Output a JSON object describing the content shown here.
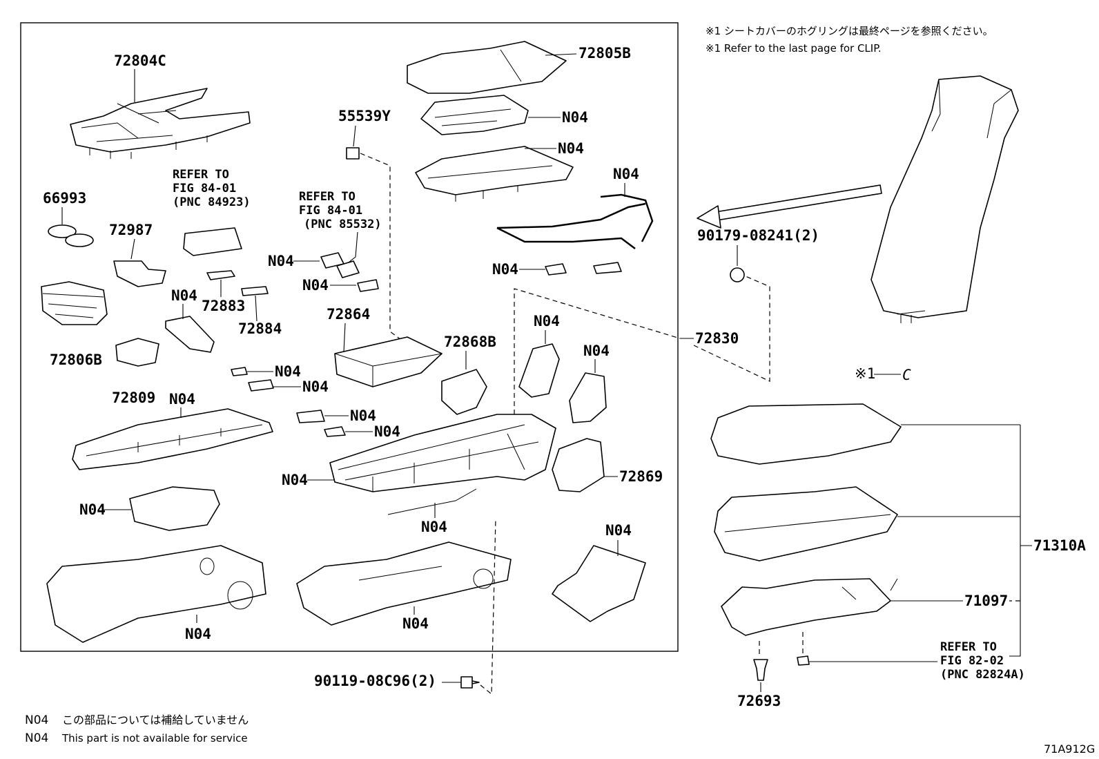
{
  "notes": {
    "clip_note_jp": "※1 シートカバーのホグリングは最終ページを参照ください。",
    "clip_note_en": "※1 Refer to the last page for CLIP.",
    "clip_marker": "※1",
    "clip_letter": "C"
  },
  "labels": {
    "p72804C": "72804C",
    "p72805B": "72805B",
    "p55539Y": "55539Y",
    "p66993": "66993",
    "p72987": "72987",
    "p72806B": "72806B",
    "p72883": "72883",
    "p72884": "72884",
    "p72809": "72809",
    "p72864": "72864",
    "p72868B": "72868B",
    "p72830": "72830",
    "p72869": "72869",
    "p90179": "90179-08241(2)",
    "p90119": "90119-08C96(2)",
    "p71310A": "71310A",
    "p71097": "71097",
    "p72693": "72693",
    "n04": "N04"
  },
  "references": {
    "ref1": {
      "line1": "REFER TO",
      "line2": "FIG 84-01",
      "line3": "(PNC 84923)"
    },
    "ref2": {
      "line1": "REFER TO",
      "line2": "FIG 84-01",
      "line3": "(PNC 85532)"
    },
    "ref3": {
      "line1": "REFER TO",
      "line2": "FIG 82-02",
      "line3": "(PNC 82824A)"
    }
  },
  "legend": {
    "code": "N04",
    "jp": "この部品については補給していません",
    "en": "This part is not available for service"
  },
  "figure_id": "71A912G"
}
